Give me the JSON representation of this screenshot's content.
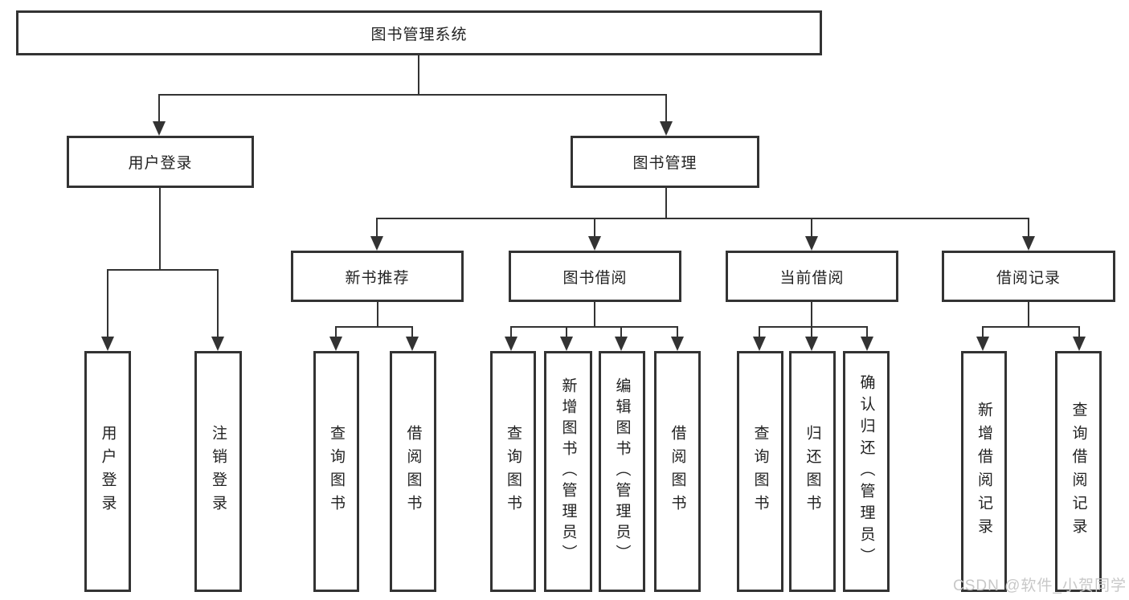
{
  "tree": {
    "label": "图书管理系统",
    "children": [
      {
        "label": "用户登录",
        "children": [
          {
            "label": "用户登录"
          },
          {
            "label": "注销登录"
          }
        ]
      },
      {
        "label": "图书管理",
        "children": [
          {
            "label": "新书推荐",
            "children": [
              {
                "label": "查询图书"
              },
              {
                "label": "借阅图书"
              }
            ]
          },
          {
            "label": "图书借阅",
            "children": [
              {
                "label": "查询图书"
              },
              {
                "label": "新增图书（管理员）"
              },
              {
                "label": "编辑图书（管理员）"
              },
              {
                "label": "借阅图书"
              }
            ]
          },
          {
            "label": "当前借阅",
            "children": [
              {
                "label": "查询图书"
              },
              {
                "label": "归还图书"
              },
              {
                "label": "确认归还（管理员）"
              }
            ]
          },
          {
            "label": "借阅记录",
            "children": [
              {
                "label": "新增借阅记录"
              },
              {
                "label": "查询借阅记录"
              }
            ]
          }
        ]
      }
    ]
  },
  "watermark": "CSDN @软件_小贺同学",
  "colors": {
    "line": "#333333",
    "text": "#222222",
    "background": "#ffffff",
    "watermark": "#c8c8c8"
  }
}
